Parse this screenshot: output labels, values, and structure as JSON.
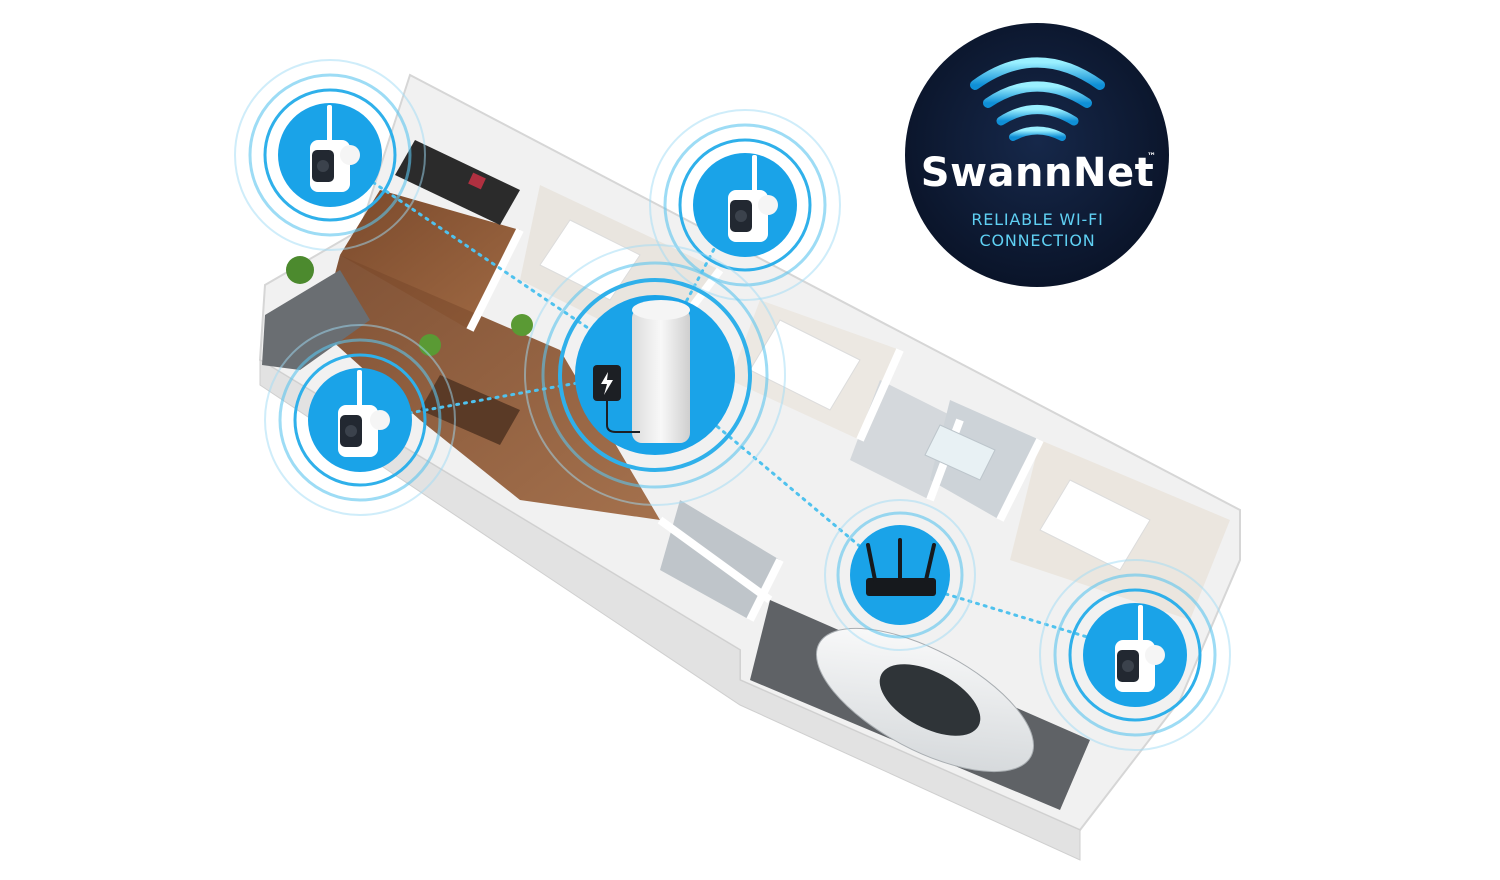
{
  "badge": {
    "brand": "SwannNet",
    "trademark": "™",
    "tagline_line1": "RELIABLE WI-FI",
    "tagline_line2": "CONNECTION",
    "icon": "wifi-icon"
  },
  "colors": {
    "badge_bg": "#0d1a33",
    "wifi_light": "#7fe0ff",
    "wifi_dark": "#0f8fd6",
    "tagline": "#5fd0f3",
    "signal_blue": "#1aa3e8",
    "floor_wood": "#8a5a3a",
    "wall_white": "#f4f4f4"
  },
  "devices": [
    {
      "name": "camera-living-room",
      "icon": "camera-icon"
    },
    {
      "name": "camera-bedroom",
      "icon": "camera-icon"
    },
    {
      "name": "camera-dining",
      "icon": "camera-icon"
    },
    {
      "name": "camera-garage",
      "icon": "camera-icon"
    },
    {
      "name": "hub-receiver",
      "icon": "power-icon"
    },
    {
      "name": "wifi-router",
      "icon": "router-icon"
    }
  ]
}
